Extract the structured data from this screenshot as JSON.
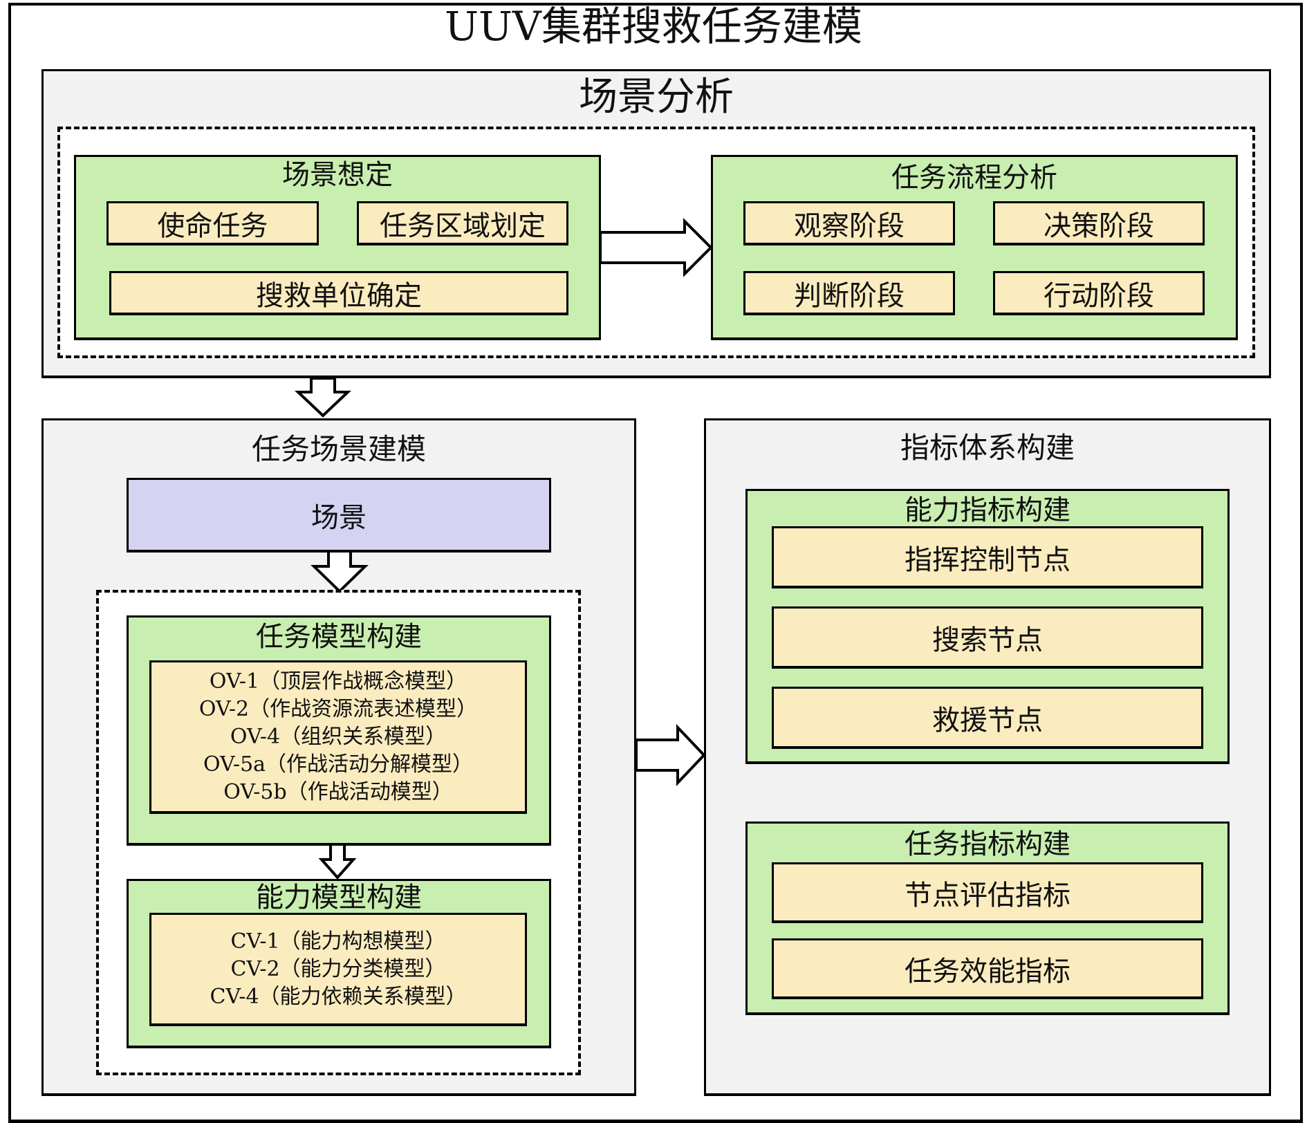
{
  "title": "UUV集群搜救任务建模",
  "scene_analysis": {
    "title": "场景分析",
    "scene_assumption": {
      "title": "场景想定",
      "items": [
        "使命任务",
        "任务区域划定",
        "搜救单位确定"
      ]
    },
    "task_flow_analysis": {
      "title": "任务流程分析",
      "items": [
        "观察阶段",
        "决策阶段",
        "判断阶段",
        "行动阶段"
      ]
    }
  },
  "task_scene_modeling": {
    "title": "任务场景建模",
    "scene_box": "场景",
    "task_model": {
      "title": "任务模型构建",
      "lines": [
        "OV-1（顶层作战概念模型）",
        "OV-2（作战资源流表述模型）",
        "OV-4（组织关系模型）",
        "OV-5a（作战活动分解模型）",
        "OV-5b（作战活动模型）"
      ]
    },
    "capability_model": {
      "title": "能力模型构建",
      "lines": [
        "CV-1（能力构想模型）",
        "CV-2（能力分类模型）",
        "CV-4（能力依赖关系模型）"
      ]
    }
  },
  "indicator_system": {
    "title": "指标体系构建",
    "capability_indicators": {
      "title": "能力指标构建",
      "items": [
        "指挥控制节点",
        "搜索节点",
        "救援节点"
      ]
    },
    "task_indicators": {
      "title": "任务指标构建",
      "items": [
        "节点评估指标",
        "任务效能指标"
      ]
    }
  },
  "colors": {
    "panel_bg": "#f2f2f2",
    "group_green": "#c8eeb0",
    "item_tan": "#fbecc0",
    "scene_purple": "#d4d4f2",
    "border": "#000000"
  }
}
